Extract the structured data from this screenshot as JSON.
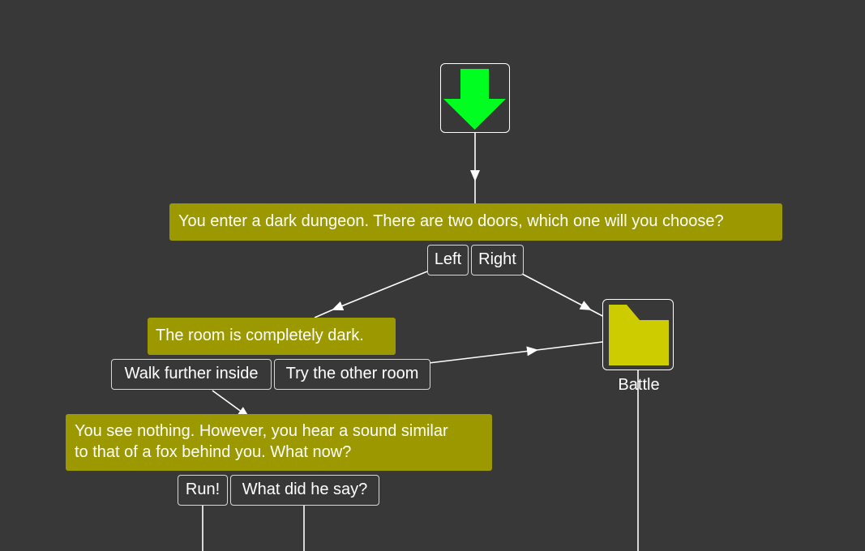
{
  "colors": {
    "background": "#383838",
    "text_node": "#9c9900",
    "start_arrow": "#00ff21",
    "folder": "#cccc00",
    "edge": "#ffffff"
  },
  "start_node": {
    "icon": "down-arrow-icon"
  },
  "nodes": [
    {
      "id": "node-1",
      "text": "You enter a dark dungeon. There are two doors, which one will you choose?",
      "choices": [
        "Left",
        "Right"
      ]
    },
    {
      "id": "node-2",
      "text": "The room is completely dark.",
      "choices": [
        "Walk further inside",
        "Try the other room"
      ]
    },
    {
      "id": "node-3",
      "text": "You see nothing. However, you hear a sound similar\nto that of a fox behind you. What now?",
      "choices": [
        "Run!",
        "What did he say?"
      ]
    }
  ],
  "battle_node": {
    "icon": "folder-icon",
    "label": "Battle"
  }
}
